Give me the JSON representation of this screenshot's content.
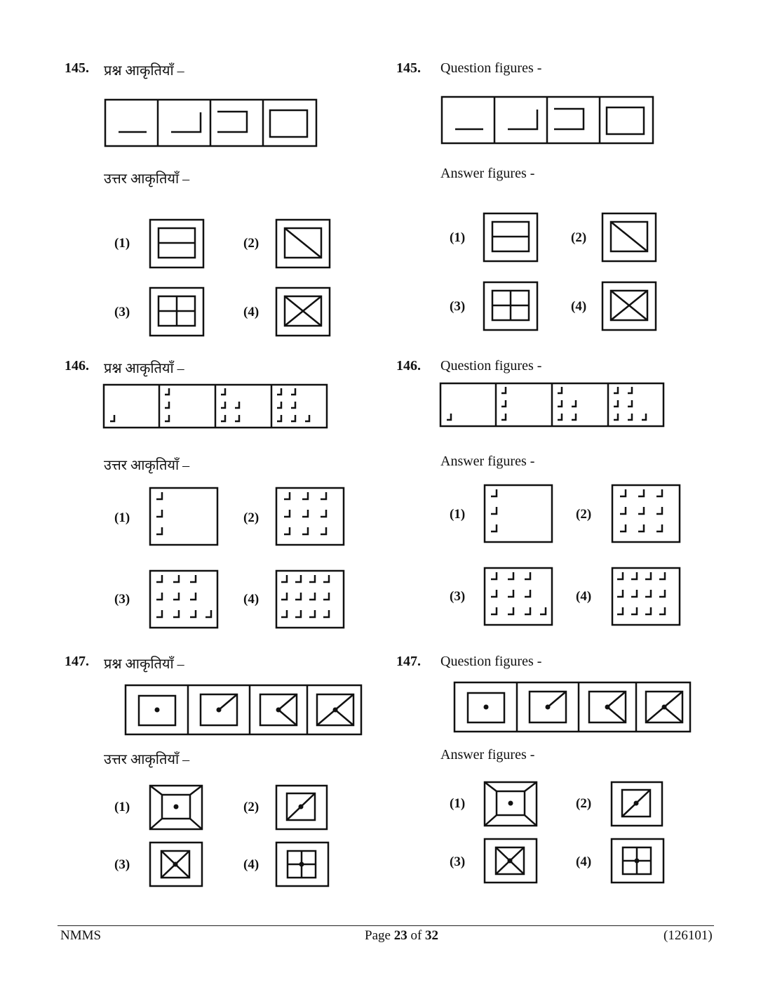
{
  "questions": {
    "q145": {
      "number": "145.",
      "hindi_question": "प्रश्न आकृतियाँ –",
      "english_question": "Question figures -",
      "hindi_answer": "उत्तर आकृतियाँ –",
      "english_answer": "Answer figures -"
    },
    "q146": {
      "number": "146.",
      "hindi_question": "प्रश्न आकृतियाँ –",
      "english_question": "Question figures -",
      "hindi_answer": "उत्तर आकृतियाँ –",
      "english_answer": "Answer figures -"
    },
    "q147": {
      "number": "147.",
      "hindi_question": "प्रश्न आकृतियाँ –",
      "english_question": "Question figures -",
      "hindi_answer": "उत्तर आकृतियाँ –",
      "english_answer": "Answer figures -"
    }
  },
  "options": {
    "o1": "(1)",
    "o2": "(2)",
    "o3": "(3)",
    "o4": "(4)"
  },
  "footer": {
    "left": "NMMS",
    "page_prefix": "Page ",
    "page_current": "23",
    "page_of": " of ",
    "page_total": "32",
    "code": "(126101)"
  }
}
